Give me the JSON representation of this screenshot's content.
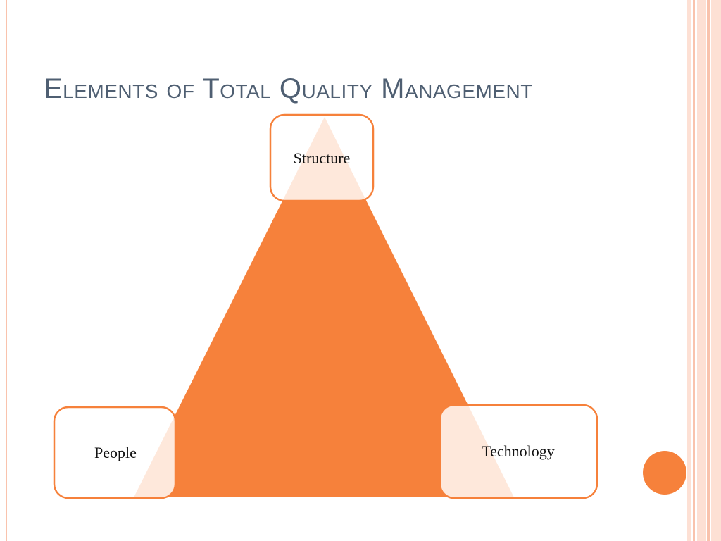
{
  "slide": {
    "title": "Elements of Total Quality Management"
  },
  "diagram": {
    "shape": "triangle",
    "nodes": [
      {
        "id": "structure",
        "label": "Structure",
        "position": "top"
      },
      {
        "id": "people",
        "label": "People",
        "position": "bottom-left"
      },
      {
        "id": "technology",
        "label": "Technology",
        "position": "bottom-right"
      }
    ]
  },
  "colors": {
    "accent": "#f6813b",
    "title": "#4f5f72",
    "stripe_light": "#fde0d4",
    "stripe_mid": "#f9c3ad"
  }
}
